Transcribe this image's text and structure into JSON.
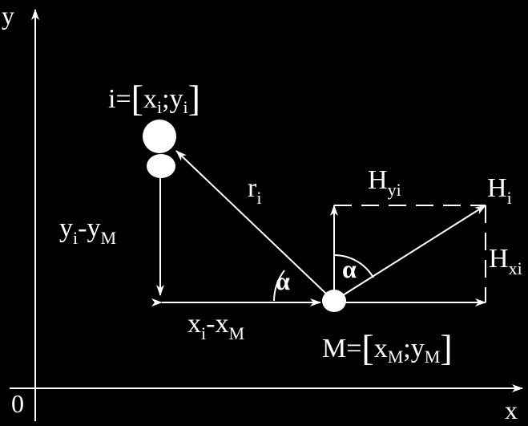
{
  "colors": {
    "background": "#000000",
    "foreground": "#ffffff"
  },
  "labels": {
    "y_axis": "y",
    "x_axis": "x",
    "origin": "0",
    "point_i": {
      "lhs": "i=",
      "lb": "[",
      "x": "x",
      "xs": "i",
      "sep": ";",
      "y": "y",
      "ys": "i",
      "rb": "]"
    },
    "r": {
      "base": "r",
      "sub": "i"
    },
    "dy": {
      "a": "y",
      "as": "i",
      "op": "-",
      "b": "y",
      "bs": "M"
    },
    "dx": {
      "a": "x",
      "as": "i",
      "op": "-",
      "b": "x",
      "bs": "M"
    },
    "alpha_left": "α",
    "alpha_right": "α",
    "hy": {
      "base": "H",
      "sub": "yi"
    },
    "hi": {
      "base": "H",
      "sub": "i"
    },
    "hx": {
      "base": "H",
      "sub": "xi"
    },
    "point_m": {
      "lhs": "M=",
      "lb": "[",
      "x": "x",
      "xs": "M",
      "sep": ";",
      "y": "y",
      "ys": "M",
      "rb": "]"
    }
  }
}
